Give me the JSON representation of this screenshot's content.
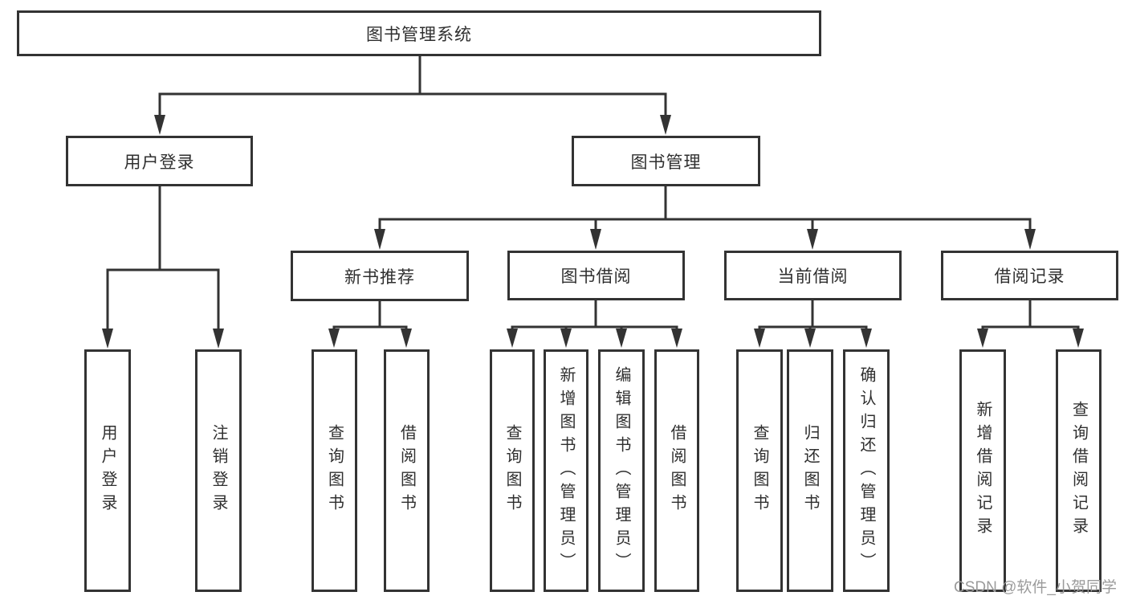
{
  "tree": {
    "root": {
      "label": "图书管理系统",
      "children": [
        {
          "label": "用户登录",
          "children": [
            {
              "label": "用户登录"
            },
            {
              "label": "注销登录"
            }
          ]
        },
        {
          "label": "图书管理",
          "children": [
            {
              "label": "新书推荐",
              "children": [
                {
                  "label": "查询图书"
                },
                {
                  "label": "借阅图书"
                }
              ]
            },
            {
              "label": "图书借阅",
              "children": [
                {
                  "label": "查询图书"
                },
                {
                  "label": "新增图书（管理员）"
                },
                {
                  "label": "编辑图书（管理员）"
                },
                {
                  "label": "借阅图书"
                }
              ]
            },
            {
              "label": "当前借阅",
              "children": [
                {
                  "label": "查询图书"
                },
                {
                  "label": "归还图书"
                },
                {
                  "label": "确认归还（管理员）"
                }
              ]
            },
            {
              "label": "借阅记录",
              "children": [
                {
                  "label": "新增借阅记录"
                },
                {
                  "label": "查询借阅记录"
                }
              ]
            }
          ]
        }
      ]
    }
  },
  "watermark": "CSDN @软件_小贺同学",
  "colors": {
    "line": "#333333",
    "text": "#2f2f2f",
    "watermark": "#9b9b9b",
    "background": "#ffffff"
  }
}
